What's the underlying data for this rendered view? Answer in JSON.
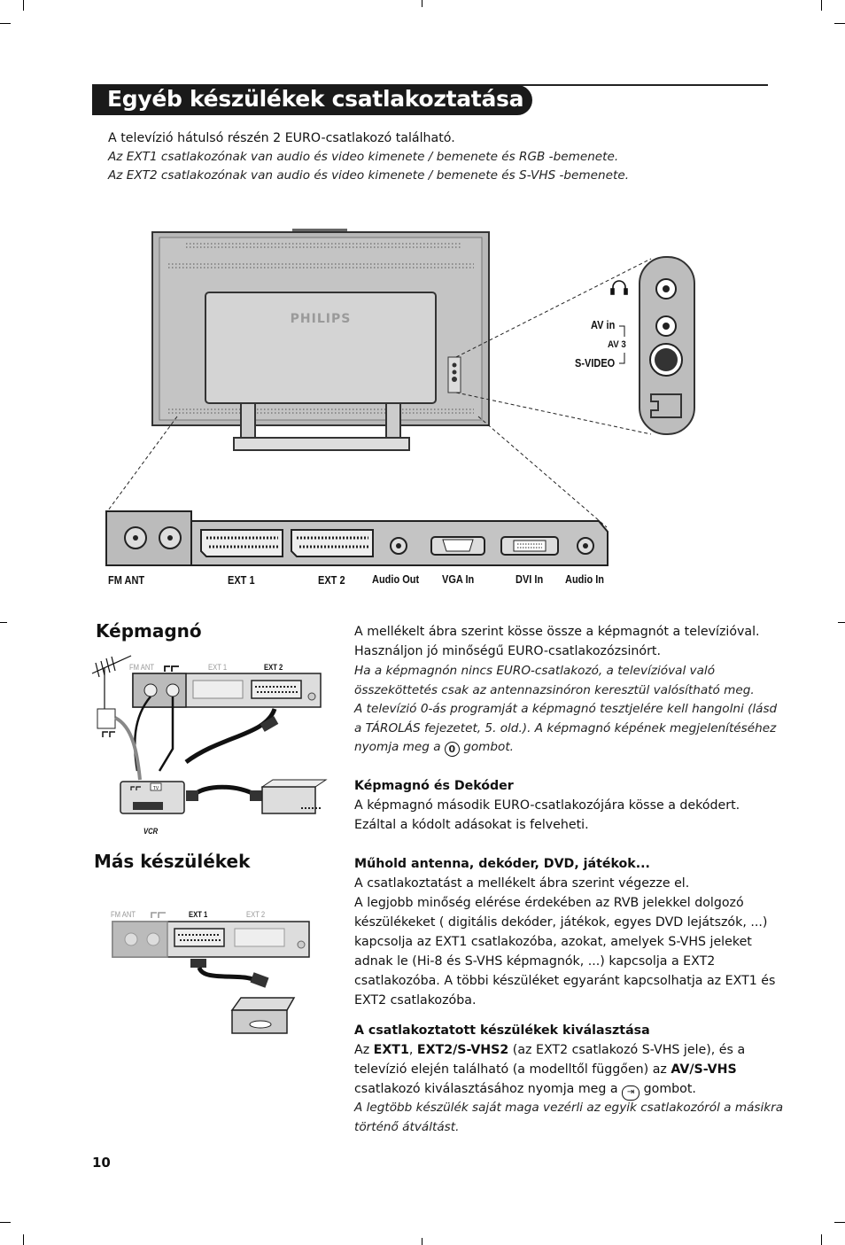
{
  "header": {
    "title": "Egyéb készülékek csatlakoztatása"
  },
  "intro": {
    "line1": "A televízió hátulsó részén 2 EURO-csatlakozó található.",
    "line2": "Az EXT1 csatlakozónak van audio és video kimenete / bemenete és RGB -bemenete.",
    "line3": "Az EXT2 csatlakozónak van audio és video kimenete / bemenete és S-VHS -bemenete."
  },
  "tv_diagram": {
    "brand": "PHILIPS",
    "side_panel": {
      "av_in": "AV in",
      "av3": "AV 3",
      "svideo": "S-VIDEO",
      "headphone_icon": "headphones-icon"
    },
    "rear_labels": {
      "fm_ant": "FM ANT",
      "ext1": "EXT 1",
      "ext2": "EXT 2",
      "audio_out": "Audio Out",
      "vga_in": "VGA In",
      "dvi_in": "DVI In",
      "audio_in": "Audio In"
    }
  },
  "kepmagno": {
    "heading": "Képmagnó",
    "diagram": {
      "fm_ant": "FM ANT",
      "ext1": "EXT 1",
      "ext2": "EXT 2",
      "vcr": "VCR",
      "tv": "TV"
    },
    "p1": "A mellékelt ábra szerint kösse össze a képmagnót a televízióval.",
    "p2": "Használjon jó minőségű EURO-csatlakozózsinórt.",
    "i1": "Ha a képmagnón nincs EURO-csatlakozó, a televízióval való",
    "i2": "összeköttetés csak az antennazsinóron keresztül valósítható meg.",
    "i3": "A televízió 0-ás programját a képmagnó tesztjelére kell hangolni (lásd",
    "i4": "a TÁROLÁS fejezetet, 5. old.). A képmagnó képének megjelenítéséhez",
    "i5a": "nyomja meg a",
    "i5btn": "0",
    "i5b": "gombot.",
    "sub_heading": "Képmagnó és Dekóder",
    "s1": "A képmagnó második EURO-csatlakozójára kösse a dekódert.",
    "s2": "Ezáltal a kódolt adásokat is felveheti."
  },
  "mas": {
    "heading": "Más készülékek",
    "diagram": {
      "fm_ant": "FM ANT",
      "ext1": "EXT 1",
      "ext2": "EXT 2"
    },
    "sub_heading": "Műhold antenna, dekóder, DVD, játékok...",
    "l1": "A csatlakoztatást a mellékelt ábra szerint végezze el.",
    "l2": "A legjobb minőség elérése érdekében az RVB jelekkel dolgozó",
    "l3": "készülékeket ( digitális dekóder, játékok, egyes DVD lejátszók, ...)",
    "l4": "kapcsolja az EXT1 csatlakozóba, azokat, amelyek S-VHS jeleket",
    "l5": "adnak le (Hi-8 és S-VHS képmagnók, ...) kapcsolja a EXT2",
    "l6": "csatlakozóba. A többi készüléket egyaránt kapcsolhatja az EXT1 és",
    "l7": "EXT2 csatlakozóba.",
    "sel_heading": "A csatlakoztatott készülékek kiválasztása",
    "sel1a": "Az",
    "sel1b": "EXT1",
    "sel1c": ",",
    "sel1d": "EXT2/S-VHS2",
    "sel1e": "(az EXT2 csatlakozó S-VHS jele), és a",
    "sel2a": "televízió elején található (a modelltől függően) az",
    "sel2b": "AV/S-VHS",
    "sel3a": "csatlakozó kiválasztásához nyomja meg a",
    "sel3b": "gombot.",
    "note1": "A legtöbb készülék saját maga vezérli az egyik csatlakozóról a másikra",
    "note2": "történő átváltást."
  },
  "footer": {
    "page_number": "10"
  }
}
